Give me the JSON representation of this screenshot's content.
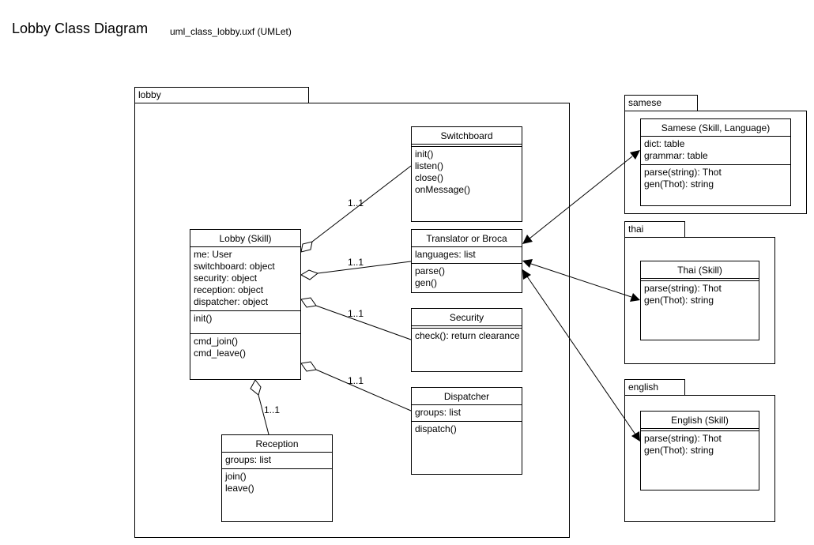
{
  "header": {
    "title": "Lobby Class Diagram",
    "subtitle": "uml_class_lobby.uxf (UMLet)"
  },
  "packages": {
    "lobby": "lobby",
    "samese": "samese",
    "thai": "thai",
    "english": "english"
  },
  "classes": {
    "switchboard": {
      "name": "Switchboard",
      "attributes": [],
      "methods": [
        "init()",
        "listen()",
        "close()",
        "onMessage()"
      ]
    },
    "translator": {
      "name": "Translator or Broca",
      "attributes": [
        "languages: list"
      ],
      "methods": [
        "parse()",
        "gen()"
      ]
    },
    "security": {
      "name": "Security",
      "attributes": [],
      "methods": [
        "check(): return clearance"
      ]
    },
    "dispatcher": {
      "name": "Dispatcher",
      "attributes": [
        "groups: list"
      ],
      "methods": [
        "dispatch()"
      ]
    },
    "lobby": {
      "name": "Lobby (Skill)",
      "attributes": [
        "me: User",
        "switchboard: object",
        "security: object",
        "reception: object",
        "dispatcher: object"
      ],
      "methods": [
        "init()"
      ],
      "commands": [
        "cmd_join()",
        "cmd_leave()"
      ]
    },
    "reception": {
      "name": "Reception",
      "attributes": [
        "groups: list"
      ],
      "methods": [
        "join()",
        "leave()"
      ]
    },
    "samese": {
      "name": "Samese (Skill, Language)",
      "attributes": [
        "dict: table",
        "grammar: table"
      ],
      "methods": [
        "parse(string): Thot",
        "gen(Thot): string"
      ]
    },
    "thai": {
      "name": "Thai (Skill)",
      "attributes": [],
      "methods": [
        "parse(string): Thot",
        "gen(Thot): string"
      ]
    },
    "english": {
      "name": "English (Skill)",
      "attributes": [],
      "methods": [
        "parse(string): Thot",
        "gen(Thot): string"
      ]
    }
  },
  "multiplicities": {
    "lobby_switchboard": "1..1",
    "lobby_translator": "1..1",
    "lobby_security": "1..1",
    "lobby_dispatcher": "1..1",
    "lobby_reception": "1..1"
  }
}
